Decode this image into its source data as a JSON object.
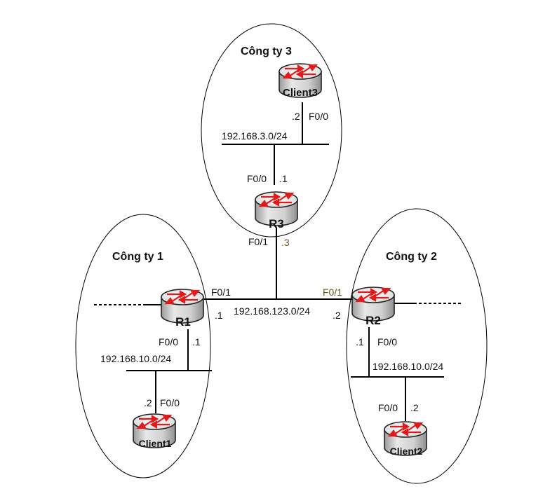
{
  "companies": {
    "c1": "Công ty 1",
    "c2": "Công ty 2",
    "c3": "Công ty 3"
  },
  "routers": {
    "r1": "R1",
    "r2": "R2",
    "r3": "R3",
    "client1": "Client1",
    "client2": "Client2",
    "client3": "Client3"
  },
  "networks": {
    "core": "192.168.123.0/24",
    "lan1": "192.168.10.0/24",
    "lan2": "192.168.10.0/24",
    "lan3": "192.168.3.0/24"
  },
  "labels": {
    "client3_host": ".2",
    "client3_if": "F0/0",
    "r3_lan_if": "F0/0",
    "r3_lan_host": ".1",
    "r3_wan_if": "F0/1",
    "r3_wan_host": ".3",
    "r1_wan_if": "F0/1",
    "r1_wan_host": ".1",
    "r1_lan_if": "F0/0",
    "r1_lan_host": ".1",
    "client1_host": ".2",
    "client1_if": "F0/0",
    "r2_wan_if": "F0/1",
    "r2_wan_host": ".2",
    "r2_lan_host": ".1",
    "r2_lan_if": "F0/0",
    "client2_if": "F0/0",
    "client2_host": ".2"
  },
  "colors": {
    "router_body": "#c9c9c9",
    "router_top": "#e6e6e6",
    "arrow": "#e01b1b",
    "line": "#000000"
  },
  "icons": [
    "router-icon"
  ]
}
